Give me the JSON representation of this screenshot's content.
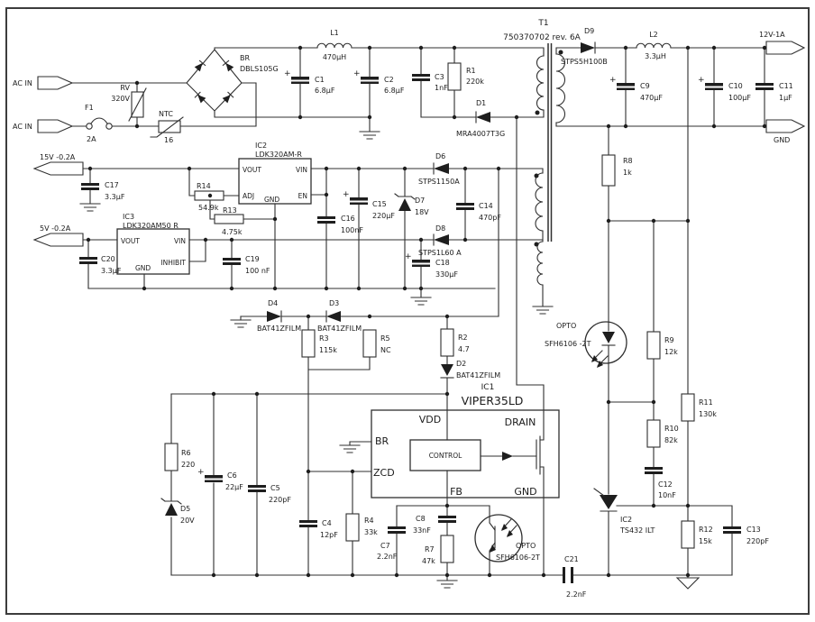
{
  "io": {
    "ac1": "AC IN",
    "ac2": "AC IN",
    "v12": "12V-1A",
    "gnd": "GND",
    "v15": "15V -0.2A",
    "v5": "5V -0.2A"
  },
  "sym": {
    "plus": "+"
  },
  "parts": {
    "f1": {
      "ref": "F1",
      "val": "2A"
    },
    "rv": {
      "ref": "RV",
      "val": "320V"
    },
    "ntc": {
      "ref": "NTC",
      "val": "16"
    },
    "br": {
      "ref": "BR",
      "val": "DBLS105G"
    },
    "c1": {
      "ref": "C1",
      "val": "6.8µF"
    },
    "c2": {
      "ref": "C2",
      "val": "6.8µF"
    },
    "l1": {
      "ref": "L1",
      "val": "470µH"
    },
    "c3": {
      "ref": "C3",
      "val": "1nF"
    },
    "r1": {
      "ref": "R1",
      "val": "220k"
    },
    "d1": {
      "ref": "D1",
      "val": "MRA4007T3G"
    },
    "t1": {
      "ref": "T1",
      "val": "750370702 rev. 6A"
    },
    "d9": {
      "ref": "D9",
      "val": "STPS5H100B"
    },
    "l2": {
      "ref": "L2",
      "val": "3.3µH"
    },
    "c9": {
      "ref": "C9",
      "val": "470µF"
    },
    "c10": {
      "ref": "C10",
      "val": "100µF"
    },
    "c11": {
      "ref": "C11",
      "val": "1µF"
    },
    "r8": {
      "ref": "R8",
      "val": "1k"
    },
    "ic2a": {
      "ref": "IC2",
      "val": "LDK320AM-R"
    },
    "c17": {
      "ref": "C17",
      "val": "3.3µF"
    },
    "r14": {
      "ref": "R14",
      "val": "54.9k"
    },
    "r13": {
      "ref": "R13",
      "val": "4.75k"
    },
    "ic3": {
      "ref": "IC3",
      "val": "LDK320AM50 R"
    },
    "c20": {
      "ref": "C20",
      "val": "3.3µF"
    },
    "c19": {
      "ref": "C19",
      "val": "100 nF"
    },
    "d6": {
      "ref": "D6",
      "val": "STPS1150A"
    },
    "d7": {
      "ref": "D7",
      "val": "18V"
    },
    "d8": {
      "ref": "D8",
      "val": "STPS1L60 A"
    },
    "c14": {
      "ref": "C14",
      "val": "470pF"
    },
    "c15": {
      "ref": "C15",
      "val": "220µF"
    },
    "c16": {
      "ref": "C16",
      "val": "100nF"
    },
    "c18": {
      "ref": "C18",
      "val": "330µF"
    },
    "d4": {
      "ref": "D4",
      "val": "BAT41ZFILM"
    },
    "d3": {
      "ref": "D3",
      "val": "BAT41ZFILM"
    },
    "r3": {
      "ref": "R3",
      "val": "115k"
    },
    "r5": {
      "ref": "R5",
      "val": "NC"
    },
    "r2": {
      "ref": "R2",
      "val": "4.7"
    },
    "d2": {
      "ref": "D2",
      "val": "BAT41ZFILM"
    },
    "r6": {
      "ref": "R6",
      "val": "220"
    },
    "d5": {
      "ref": "D5",
      "val": "20V"
    },
    "c6": {
      "ref": "C6",
      "val": "22µF"
    },
    "c5": {
      "ref": "C5",
      "val": "220pF"
    },
    "c4": {
      "ref": "C4",
      "val": "12pF"
    },
    "r4": {
      "ref": "R4",
      "val": "33k"
    },
    "ic1": {
      "ref": "IC1",
      "val": "VIPER35LD"
    },
    "c7": {
      "ref": "C7",
      "val": "2.2nF"
    },
    "c8": {
      "ref": "C8",
      "val": "33nF"
    },
    "r7": {
      "ref": "R7",
      "val": "47k"
    },
    "opto1": {
      "ref": "OPTO",
      "val": "SFH6106-2T"
    },
    "c21": {
      "ref": "C21",
      "val": "2.2nF"
    },
    "opto2": {
      "ref": "OPTO",
      "val": "SFH6106 -2T"
    },
    "r9": {
      "ref": "R9",
      "val": "12k"
    },
    "r10": {
      "ref": "R10",
      "val": "82k"
    },
    "r11": {
      "ref": "R11",
      "val": "130k"
    },
    "r12": {
      "ref": "R12",
      "val": "15k"
    },
    "c12": {
      "ref": "C12",
      "val": "10nF"
    },
    "c13": {
      "ref": "C13",
      "val": "220pF"
    },
    "ic2b": {
      "ref": "IC2",
      "val": "TS432 ILT"
    }
  },
  "pins": {
    "ic2a": {
      "vout": "VOUT",
      "adj": "ADJ",
      "gnd": "GND",
      "vin": "VIN",
      "en": "EN"
    },
    "ic3": {
      "vout": "VOUT",
      "vin": "VIN",
      "gnd": "GND",
      "inhibit": "INHIBIT"
    },
    "ic1": {
      "vdd": "VDD",
      "drain": "DRAIN",
      "br": "BR",
      "zcd": "ZCD",
      "fb": "FB",
      "gnd": "GND",
      "control": "CONTROL"
    }
  }
}
